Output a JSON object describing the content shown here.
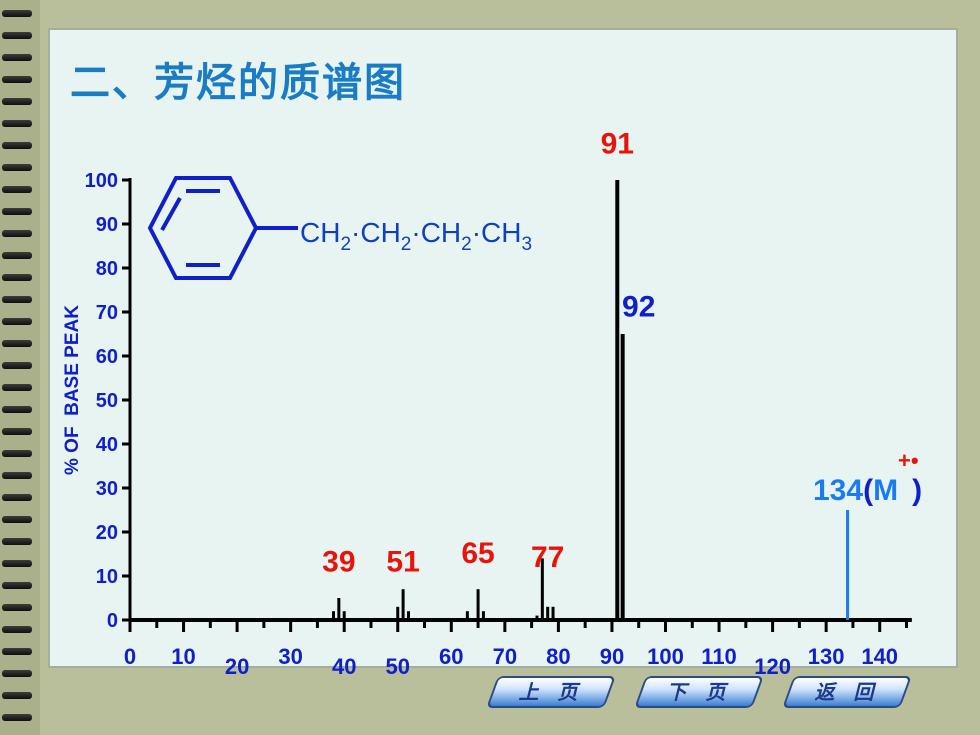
{
  "title": "二、芳烃的质谱图",
  "structure": {
    "formula_parts": [
      "CH",
      "2",
      "·CH",
      "2",
      "·CH",
      "2",
      "·CH",
      "3"
    ]
  },
  "nav": {
    "prev": "上 页",
    "next": "下 页",
    "back": "返 回"
  },
  "chart_data": {
    "type": "bar",
    "ylabel": "% OF  BASE PEAK",
    "xlabel": "",
    "xlim": [
      0,
      146
    ],
    "ylim": [
      0,
      100
    ],
    "x_ticks": [
      0,
      10,
      20,
      30,
      40,
      50,
      60,
      70,
      80,
      90,
      100,
      110,
      120,
      130,
      140
    ],
    "y_ticks": [
      0,
      10,
      20,
      30,
      40,
      50,
      60,
      70,
      80,
      90,
      100
    ],
    "peaks": [
      {
        "mz": 38,
        "intensity": 2
      },
      {
        "mz": 39,
        "intensity": 5
      },
      {
        "mz": 40,
        "intensity": 2
      },
      {
        "mz": 50,
        "intensity": 3
      },
      {
        "mz": 51,
        "intensity": 7
      },
      {
        "mz": 52,
        "intensity": 2
      },
      {
        "mz": 63,
        "intensity": 2
      },
      {
        "mz": 65,
        "intensity": 7
      },
      {
        "mz": 66,
        "intensity": 2
      },
      {
        "mz": 76,
        "intensity": 1
      },
      {
        "mz": 77,
        "intensity": 14
      },
      {
        "mz": 78,
        "intensity": 3
      },
      {
        "mz": 79,
        "intensity": 3
      },
      {
        "mz": 91,
        "intensity": 100
      },
      {
        "mz": 92,
        "intensity": 65
      },
      {
        "mz": 134,
        "intensity": 25
      }
    ],
    "annotations": [
      {
        "label": "39",
        "mz": 39,
        "y": 11,
        "color": "red"
      },
      {
        "label": "51",
        "mz": 51,
        "y": 11,
        "color": "red"
      },
      {
        "label": "65",
        "mz": 65,
        "y": 13,
        "color": "red"
      },
      {
        "label": "77",
        "mz": 78,
        "y": 12,
        "color": "red"
      },
      {
        "label": "91",
        "mz": 91,
        "y": 106,
        "color": "red"
      },
      {
        "label": "92",
        "mz": 95,
        "y": 69,
        "color": "blue"
      }
    ],
    "molecular_ion": {
      "mz_label": "134",
      "open": "(",
      "ion": "M",
      "charge": "+•",
      "close": ")"
    },
    "colors": {
      "axis": "#000000",
      "tick_text": "#1020c8",
      "label_red": "#e8140c",
      "molecular": "#1a7cf0",
      "charge_red": "#e8140c"
    }
  }
}
